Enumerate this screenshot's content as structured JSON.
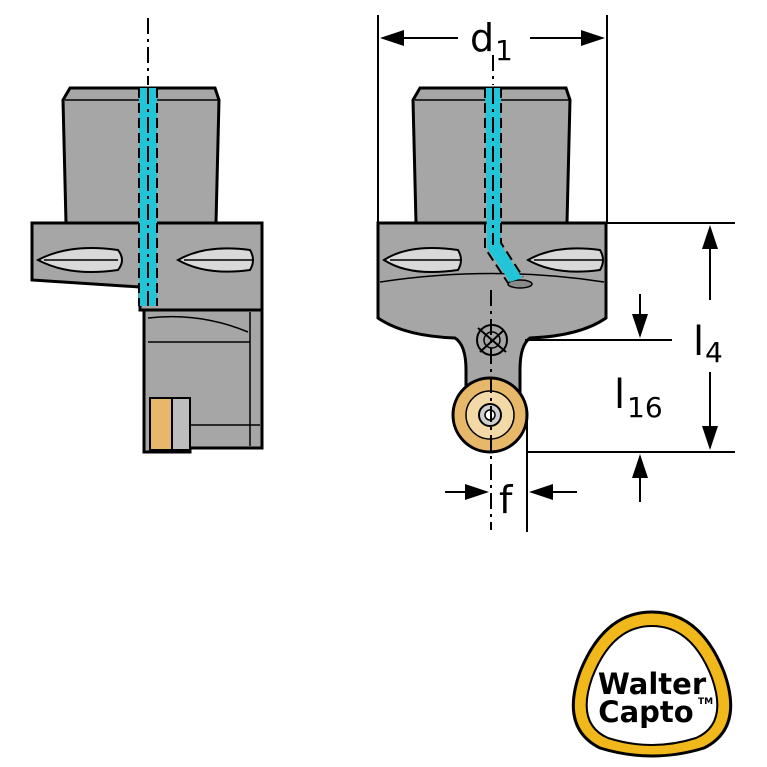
{
  "dimensions": {
    "d1": {
      "main": "d",
      "sub": "1"
    },
    "l4": {
      "main": "l",
      "sub": "4"
    },
    "l16": {
      "main": "l",
      "sub": "16"
    },
    "f": {
      "main": "f"
    }
  },
  "logo": {
    "line1": "Walter",
    "line2": "Capto",
    "trademark": "TM"
  },
  "colors": {
    "body": "#a6a6a6",
    "outline": "#000000",
    "coolant": "#22c4d8",
    "insert": "#e8b86a",
    "logo_ring": "#f0b81a"
  }
}
